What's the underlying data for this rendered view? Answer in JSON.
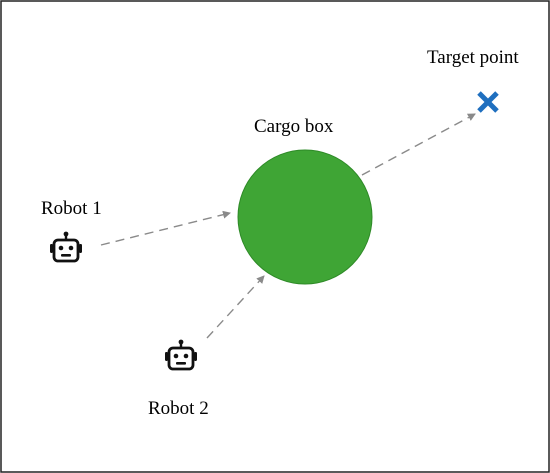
{
  "labels": {
    "target": "Target point",
    "cargo": "Cargo box",
    "robot1": "Robot 1",
    "robot2": "Robot 2"
  },
  "icons": {
    "robot": "robot-icon",
    "target": "cross-marker-icon"
  },
  "colors": {
    "cargo_fill": "#3fa535",
    "cargo_stroke": "#2e8a27",
    "target_marker": "#1f6fbf",
    "arrow": "#8a8a8a",
    "robot": "#111111",
    "frame": "#222222"
  }
}
